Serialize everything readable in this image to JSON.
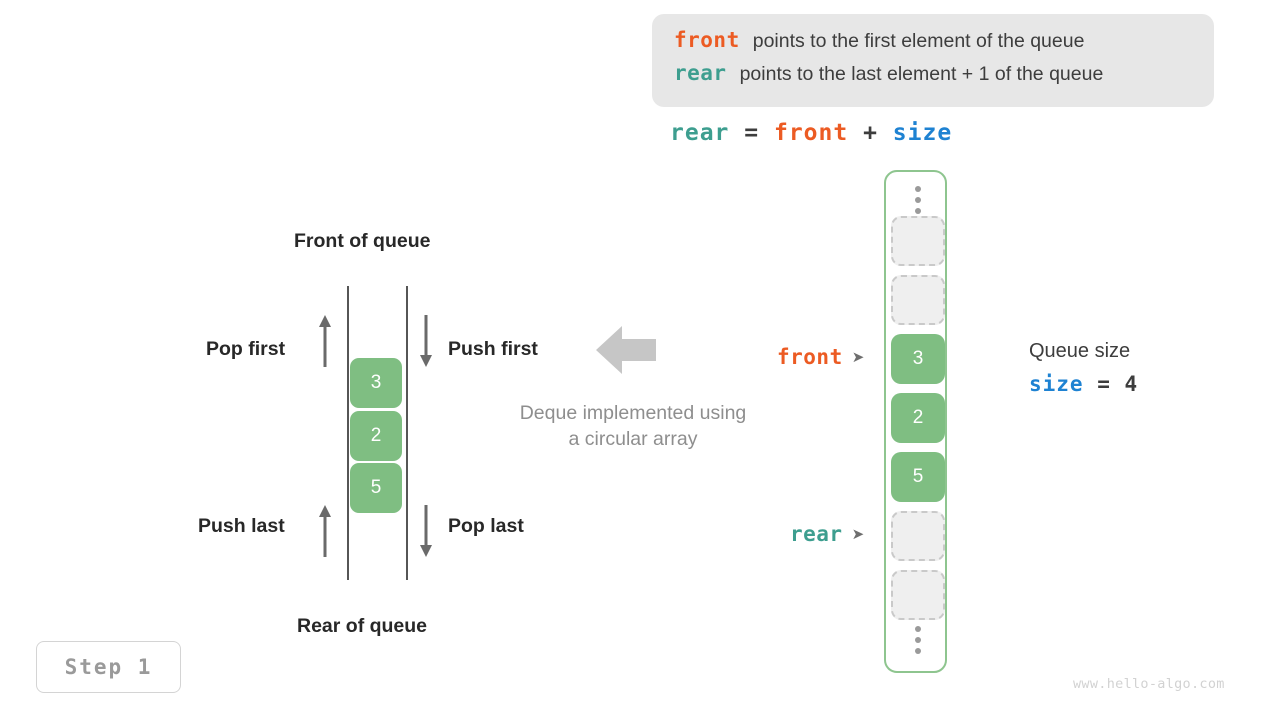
{
  "legend": {
    "lines": [
      {
        "keyword": "front",
        "keyword_color": "#ec5b23",
        "text": "points to the first element of the queue"
      },
      {
        "keyword": "rear",
        "keyword_color": "#3d9e8f",
        "text": "points to the last element + 1 of the queue"
      }
    ],
    "background": "#e7e7e7"
  },
  "formula": {
    "lhs": "rear",
    "eq": "=",
    "rhs1": "front",
    "plus": "+",
    "rhs2": "size"
  },
  "deque": {
    "top_label": "Front of queue",
    "bottom_label": "Rear of queue",
    "cells": [
      {
        "value": "3"
      },
      {
        "value": "2"
      },
      {
        "value": "5"
      }
    ],
    "cell_color": "#7fbe82",
    "operations": {
      "pop_first": "Pop first",
      "push_first": "Push first",
      "push_last": "Push last",
      "pop_last": "Pop last"
    },
    "caption_line1": "Deque implemented using",
    "caption_line2": "a circular array"
  },
  "array": {
    "ellipsis_glyph": "vertical-dots",
    "slots": [
      {
        "value": "",
        "filled": false
      },
      {
        "value": "",
        "filled": false
      },
      {
        "value": "3",
        "filled": true
      },
      {
        "value": "2",
        "filled": true
      },
      {
        "value": "5",
        "filled": true
      },
      {
        "value": "",
        "filled": false
      },
      {
        "value": "",
        "filled": false
      }
    ],
    "border_color": "#8ec58f",
    "filled_color": "#7fbe82",
    "empty_color": "#efefef"
  },
  "pointers": {
    "front": {
      "label": "front",
      "color": "#ec5b23",
      "glyph": "➤"
    },
    "rear": {
      "label": "rear",
      "color": "#3d9e8f",
      "glyph": "➤"
    }
  },
  "queue_size": {
    "title": "Queue size",
    "var": "size",
    "eq": "=",
    "value": "4"
  },
  "step_badge": {
    "label": "Step 1"
  },
  "watermark": {
    "text": "www.hello-algo.com"
  }
}
